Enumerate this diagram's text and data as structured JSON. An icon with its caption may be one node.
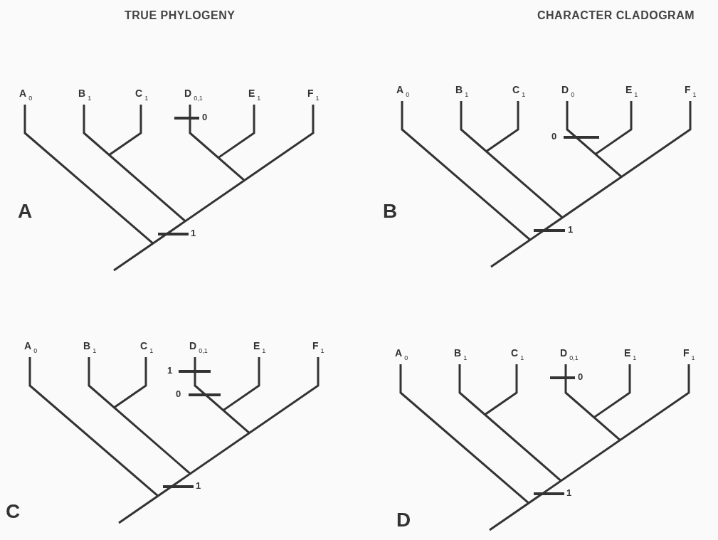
{
  "diagram": {
    "labels": [
      "TRUE PHYLOGENY",
      "CHARACTER CLADOGRAM",
      "A$_{0}$",
      "B$_{1}$",
      "C$_{1}$",
      "D$_{0,1}$",
      "E$_{1}$",
      "F$_{1}$",
      "0",
      "1",
      "A",
      "A$_{0}$",
      "B$_{1}$",
      "C$_{1}$",
      "D$_{0}$",
      "E$_{1}$",
      "F$_{1}$",
      "0",
      "1",
      "B",
      "A$_{0}$",
      "B$_{1}$",
      "C$_{1}$",
      "D$_{0,1}$",
      "E$_{1}$",
      "F$_{1}$",
      "1",
      "0",
      "1",
      "C",
      "A$_{0}$",
      "B$_{1}$",
      "C$_{1}$",
      "D$_{0,1}$",
      "E$_{1}$",
      "F$_{1}$",
      "0",
      "1",
      "D"
    ]
  }
}
